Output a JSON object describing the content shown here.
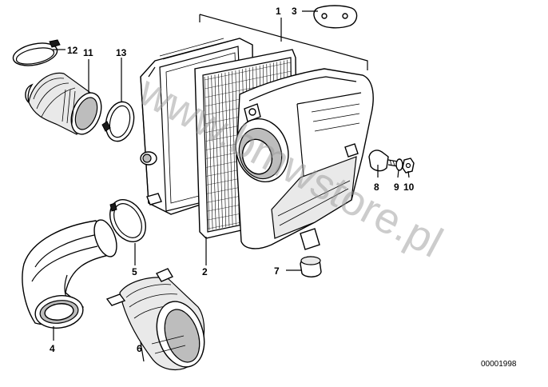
{
  "diagram": {
    "callouts": [
      "1",
      "2",
      "3",
      "4",
      "5",
      "6",
      "7",
      "8",
      "9",
      "10",
      "11",
      "12",
      "13"
    ],
    "document_number": "00001998",
    "watermark": "www.bmwstore.pl"
  }
}
